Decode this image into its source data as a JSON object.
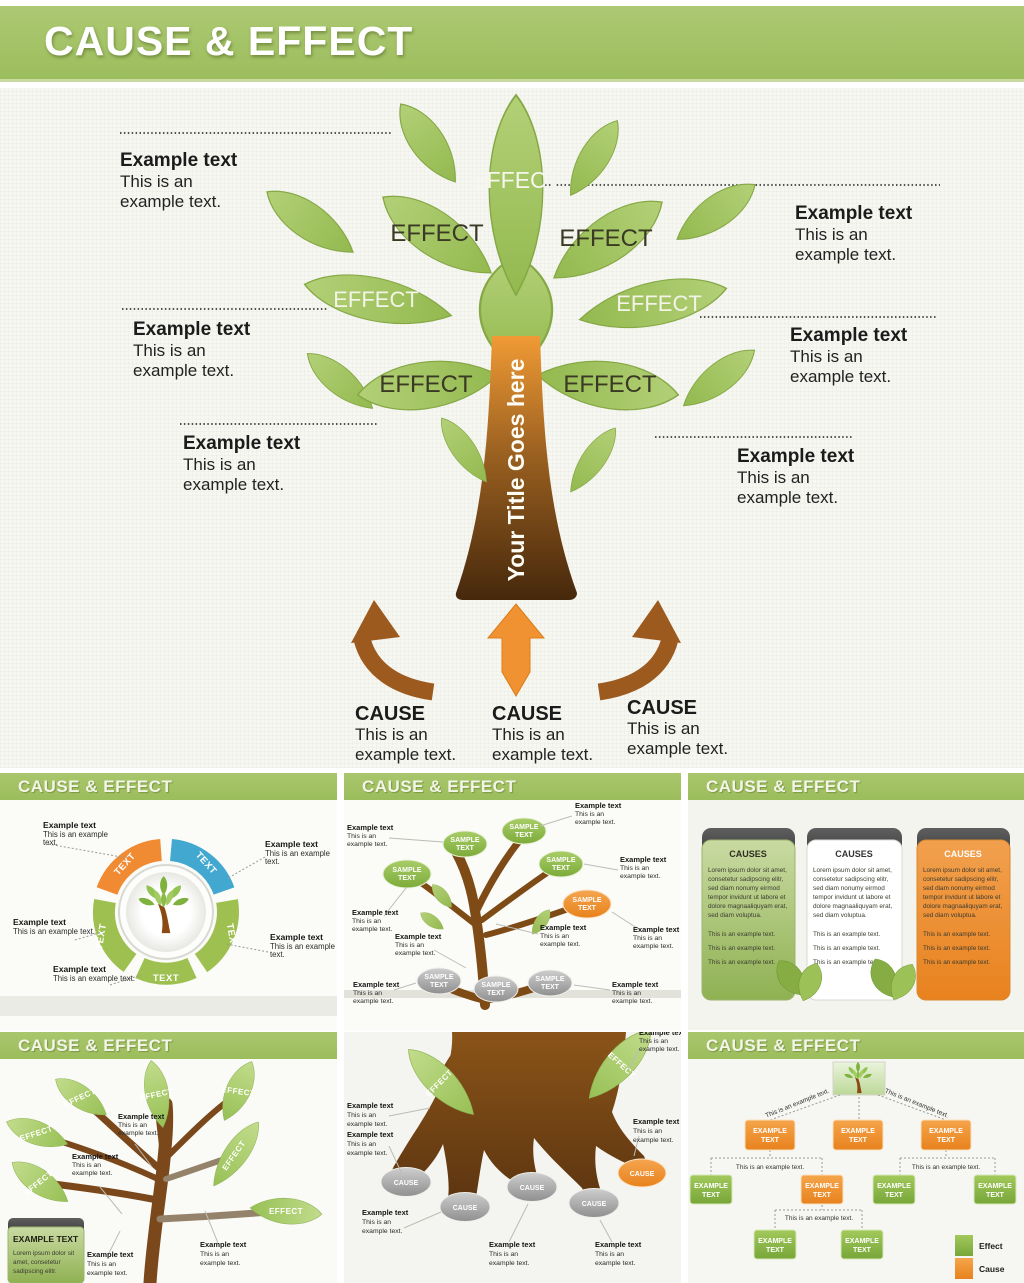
{
  "header": {
    "title": "CAUSE & EFFECT"
  },
  "strings": {
    "example_title": "Example text",
    "example_line1": "This is an",
    "example_line2": "example text.",
    "example_sentence": "This is an example text.",
    "example_break1": "This is an example",
    "example_break2": "text."
  },
  "main_slide": {
    "effect_label": "EFFECT",
    "trunk_title": "Your Title Goes here",
    "cause_label": "CAUSE"
  },
  "thumbnails": {
    "header": "CAUSE & EFFECT",
    "cycle": {
      "segment_label": "TEXT"
    },
    "branch_tree": {
      "node_line1": "SAMPLE",
      "node_line2": "TEXT"
    },
    "cards": {
      "title": "CAUSES",
      "lorem": [
        "Lorem ipsum dolor sit amet,",
        "consetetur sadipscing elitr,",
        "sed diam nonumy eirmod",
        "tempor invidunt ut labore et",
        "dolore magnaaliquyam erat,",
        "sed diam voluptua."
      ]
    },
    "effect_tree": {
      "effect_label": "EFFECT",
      "card_title": "EXAMPLE TEXT",
      "card_lines": [
        "Lorem ipsum dolor sit",
        "amet, consetetur",
        "sadipscing elitr."
      ]
    },
    "roots": {
      "cause_label": "CAUSE",
      "effect_label": "EFFECT"
    },
    "flowchart": {
      "box_line1": "EXAMPLE",
      "box_line2": "TEXT",
      "legend": {
        "effect": "Effect",
        "cause": "Cause"
      }
    }
  },
  "colors": {
    "header_green": "#a3c266",
    "leaf_green": "#a3c464",
    "trunk_orange": "#ef9530",
    "trunk_brown": "#4a2b0d",
    "arrow_brown": "#9d5a1e",
    "arrow_orange": "#f09231",
    "accent_orange": "#ee8a2f",
    "accent_blue": "#42a8d0",
    "accent_green": "#9dc050",
    "node_gray": "#9a9a9a"
  }
}
